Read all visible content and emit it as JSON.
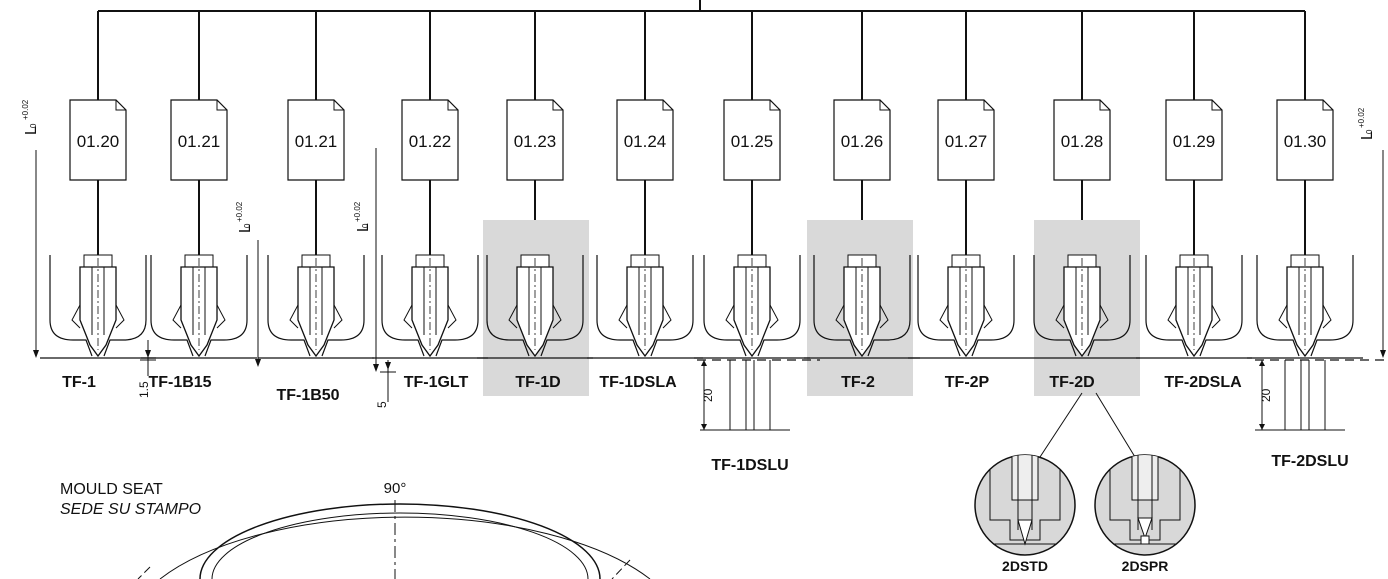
{
  "nozzles": [
    {
      "doc": "01.20",
      "model": "TF-1",
      "shaded": false,
      "dim": "1.5"
    },
    {
      "doc": "01.21",
      "model": "TF-1B15",
      "shaded": false,
      "dim": ""
    },
    {
      "doc": "01.21",
      "model": "TF-1B50",
      "shaded": false,
      "dim": "5"
    },
    {
      "doc": "01.22",
      "model": "TF-1GLT",
      "shaded": false,
      "dim": ""
    },
    {
      "doc": "01.23",
      "model": "TF-1D",
      "shaded": true,
      "dim": ""
    },
    {
      "doc": "01.24",
      "model": "TF-1DSLA",
      "shaded": false,
      "dim": ""
    },
    {
      "doc": "01.25",
      "model": "TF-1DSLU",
      "shaded": false,
      "dim": "20"
    },
    {
      "doc": "01.26",
      "model": "TF-2",
      "shaded": true,
      "dim": ""
    },
    {
      "doc": "01.27",
      "model": "TF-2P",
      "shaded": false,
      "dim": ""
    },
    {
      "doc": "01.28",
      "model": "TF-2D",
      "shaded": true,
      "dim": ""
    },
    {
      "doc": "01.29",
      "model": "TF-2DSLA",
      "shaded": false,
      "dim": ""
    },
    {
      "doc": "01.30",
      "model": "TF-2DSLU",
      "shaded": false,
      "dim": "20"
    }
  ],
  "length_symbol": "L",
  "tolerance_upper": "+0.02",
  "tolerance_lower": "0",
  "mould_seat": {
    "title": "MOULD SEAT",
    "subtitle": "SEDE SU STAMPO",
    "angle": "90°"
  },
  "details": [
    {
      "label": "2DSTD"
    },
    {
      "label": "2DSPR"
    }
  ]
}
